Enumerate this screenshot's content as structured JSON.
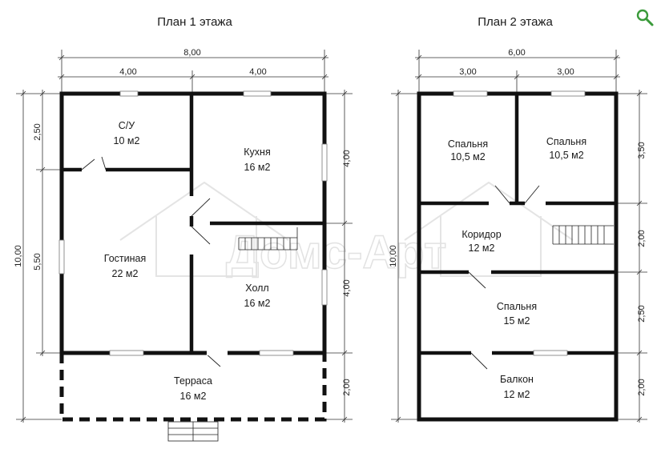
{
  "floor1": {
    "title": "План 1 этажа",
    "dims": {
      "total_width": "8,00",
      "left_width": "4,00",
      "right_width": "4,00",
      "total_height": "10,00",
      "left_top": "2,50",
      "left_mid": "5,50",
      "right_top": "4,00",
      "right_mid": "4,00",
      "right_bottom": "2,00"
    },
    "rooms": [
      {
        "name": "С/У",
        "area": "10 м2"
      },
      {
        "name": "Кухня",
        "area": "16 м2"
      },
      {
        "name": "Гостиная",
        "area": "22 м2"
      },
      {
        "name": "Холл",
        "area": "16 м2"
      },
      {
        "name": "Терраса",
        "area": "16 м2"
      }
    ]
  },
  "floor2": {
    "title": "План 2 этажа",
    "dims": {
      "total_width": "6,00",
      "left_width": "3,00",
      "right_width": "3,00",
      "total_height": "10,00",
      "r1": "3,50",
      "r2": "2,00",
      "r3": "2,50",
      "r4": "2,00"
    },
    "rooms": [
      {
        "name": "Спальня",
        "area": "10,5 м2"
      },
      {
        "name": "Спальня",
        "area": "10,5 м2"
      },
      {
        "name": "Коридор",
        "area": "12 м2"
      },
      {
        "name": "Спальня",
        "area": "15 м2"
      },
      {
        "name": "Балкон",
        "area": "12 м2"
      }
    ]
  },
  "watermark": "Домс-Арт",
  "icons": {
    "zoom": "magnifier-icon"
  },
  "colors": {
    "zoom_icon": "#3a9a3a"
  }
}
